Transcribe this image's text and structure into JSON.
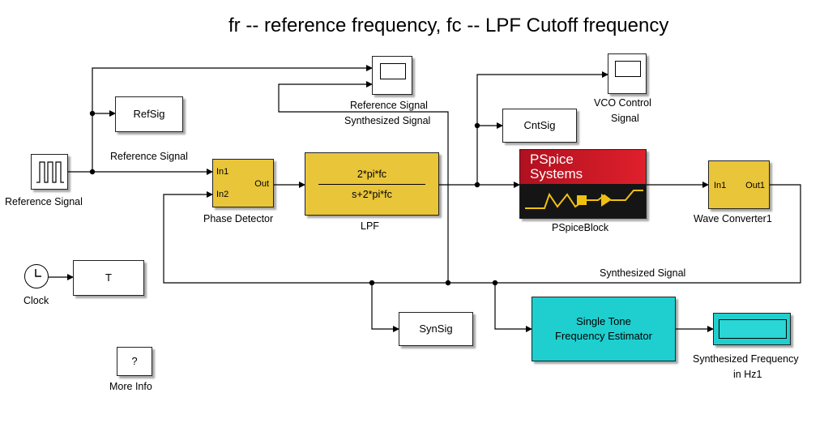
{
  "title": "fr -- reference frequency,  fc -- LPF Cutoff frequency",
  "blocks": {
    "reference_signal": {
      "label": "Reference Signal"
    },
    "refsig": {
      "text": "RefSig"
    },
    "scope1": {
      "label_line1": "Reference Signal",
      "label_line2": "Synthesized Signal"
    },
    "cntsig": {
      "text": "CntSig"
    },
    "vco_scope": {
      "label_line1": "VCO Control",
      "label_line2": "Signal"
    },
    "phase_detector": {
      "label": "Phase Detector",
      "in1": "In1",
      "in2": "In2",
      "out": "Out"
    },
    "lpf": {
      "label": "LPF",
      "numerator": "2*pi*fc",
      "denominator": "s+2*pi*fc"
    },
    "pspice": {
      "label": "PSpiceBlock",
      "logo_line1": "PSpice",
      "logo_line2": "Systems"
    },
    "wave_converter": {
      "label": "Wave Converter1",
      "in1": "In1",
      "out1": "Out1"
    },
    "clock": {
      "label": "Clock"
    },
    "t_block": {
      "text": "T"
    },
    "synsig": {
      "text": "SynSig"
    },
    "estimator": {
      "line1": "Single Tone",
      "line2": "Frequency Estimator"
    },
    "display": {
      "label_line1": "Synthesized Frequency",
      "label_line2": "in Hz1"
    },
    "more_info": {
      "text": "?",
      "label": "More Info"
    }
  },
  "wire_labels": {
    "reference": "Reference Signal",
    "synthesized": "Synthesized Signal"
  }
}
